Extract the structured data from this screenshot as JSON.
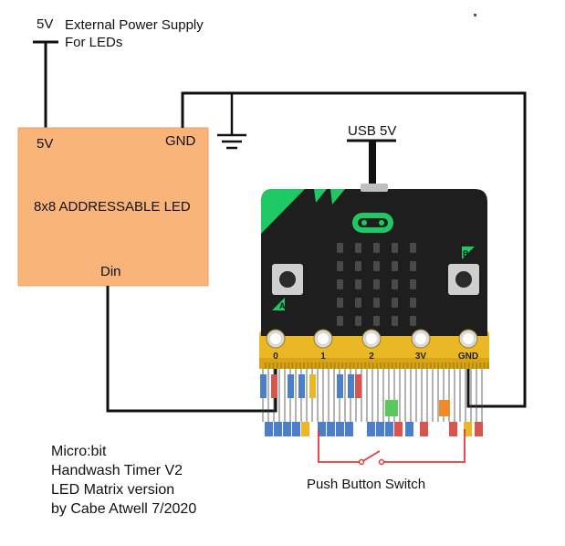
{
  "power_supply": {
    "voltage": "5V",
    "line1": "External Power Supply",
    "line2": "For LEDs"
  },
  "led_module": {
    "pin_5v": "5V",
    "pin_gnd": "GND",
    "title": "8x8 ADDRESSABLE LED",
    "pin_din": "Din"
  },
  "usb": {
    "label": "USB 5V"
  },
  "microbit": {
    "button_a": "A",
    "button_b": "B",
    "pads": [
      "0",
      "1",
      "2",
      "3V",
      "GND"
    ]
  },
  "switch": {
    "label": "Push Button Switch"
  },
  "credit": {
    "line1": "Micro:bit",
    "line2": "Handwash Timer V2",
    "line3": "LED Matrix version",
    "line4": "by Cabe Atwell 7/2020"
  },
  "colors": {
    "led_module_fill": "#f9b47a",
    "board_body": "#1e1e1e",
    "board_accent": "#1ec963",
    "edge_connector": "#e9b824",
    "switch_wire": "#e03b3b",
    "wire": "#111111"
  }
}
